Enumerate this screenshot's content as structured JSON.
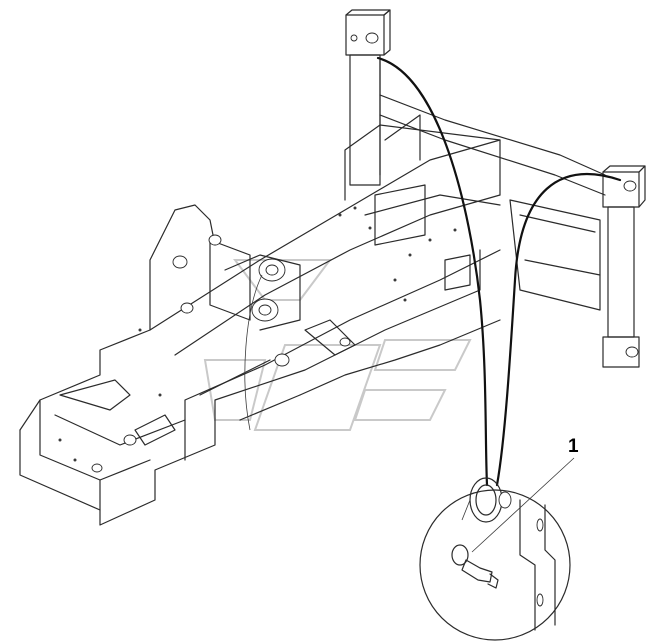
{
  "callouts": [
    {
      "number": "1"
    }
  ],
  "colors": {
    "line": "#2b2b2b",
    "hose": "#111111",
    "watermark": "#c9c9c9",
    "background": "#ffffff"
  },
  "icons": [
    "loader-frame-drawing",
    "lift-cylinder",
    "hydraulic-hose",
    "detail-circle",
    "grease-fitting",
    "watermark-logo"
  ]
}
